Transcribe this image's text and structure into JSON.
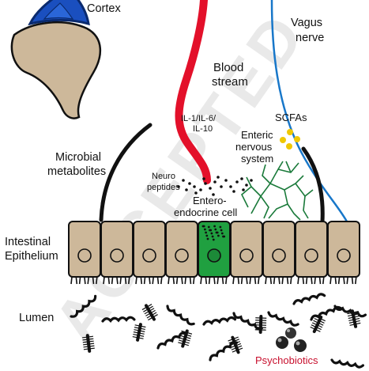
{
  "labels": {
    "cortex": "Cortex",
    "blood_1": "Blood",
    "blood_2": "stream",
    "vagus_1": "Vagus",
    "vagus_2": "nerve",
    "il_1": "IL-1/IL-6/",
    "il_2": "IL-10",
    "scfas": "SCFAs",
    "enteric_1": "Enteric",
    "enteric_2": "nervous",
    "enteric_3": "system",
    "microbial_1": "Microbial",
    "microbial_2": "metabolites",
    "neuro_1": "Neuro",
    "neuro_2": "peptides",
    "entero_1": "Entero-",
    "entero_2": "endocrine cell",
    "epith_1": "Intestinal",
    "epith_2": "Epithelium",
    "lumen": "Lumen",
    "psycho": "Psychobiotics",
    "watermark": "ACCEPTED"
  },
  "colors": {
    "cortex_fill": "#1a4fbf",
    "cortex_dark": "#0a2a6e",
    "brain_fill": "#cdb89a",
    "blood": "#e3102a",
    "vagus": "#1877c9",
    "cell_fill": "#cdb89a",
    "enteroendocrine_fill": "#20a040",
    "enteric_network": "#1a7a3a",
    "scfa": "#f0c800",
    "psycho_text": "#c8102e",
    "watermark": "#e8e8e8"
  },
  "epithelium": {
    "cell_count": 9,
    "enteroendocrine_index": 4
  }
}
